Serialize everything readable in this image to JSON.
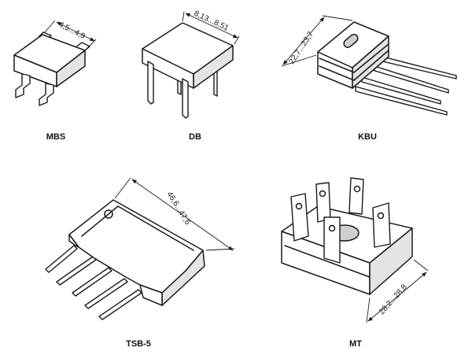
{
  "packages": [
    {
      "label": "MBS",
      "dimension": "4,5...4,9"
    },
    {
      "label": "DB",
      "dimension": "8,13...8,51"
    },
    {
      "label": "KBU",
      "dimension": "22,7...23,7"
    },
    {
      "label": "TSB-5",
      "dimension": "46,6...47,6"
    },
    {
      "label": "MT",
      "dimension": "28,2...28,8"
    }
  ]
}
